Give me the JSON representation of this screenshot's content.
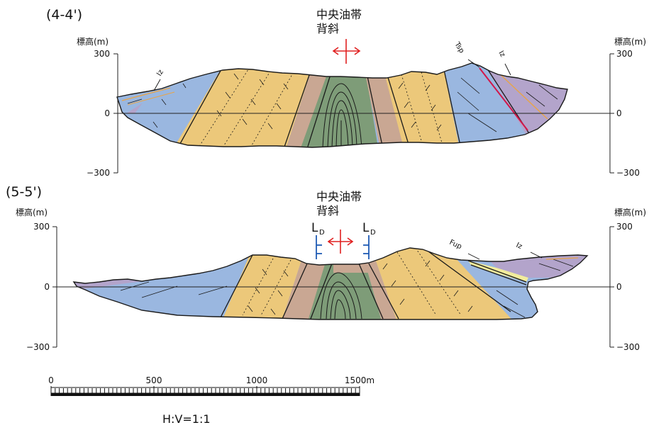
{
  "sections": [
    {
      "label": "(4-4')",
      "anticline": {
        "line1": "中央油帯",
        "line2": "背斜"
      },
      "axis_title": "標高(m)",
      "ticks": [
        "300",
        "0",
        "−300"
      ],
      "annotations": {
        "iz_left": "Iz",
        "tsp": "Tsp",
        "iz_right": "Iz"
      }
    },
    {
      "label": "(5-5')",
      "anticline": {
        "line1": "中央油帯",
        "line2": "背斜"
      },
      "axis_title": "標高(m)",
      "ticks": [
        "300",
        "0",
        "−300"
      ],
      "annotations": {
        "ld_left": "L",
        "ld_right": "L",
        "ld_sub": "D",
        "fup": "Fup",
        "iz": "Iz"
      }
    }
  ],
  "scale_bar": {
    "labels": [
      "0",
      "500",
      "1000",
      "1500m"
    ]
  },
  "ratio": "H:V=1:1",
  "colors": {
    "purple": "#b3a4cb",
    "blue": "#9ab7e0",
    "yellow": "#ecc87a",
    "pink": "#c9a793",
    "green": "#7e9c78",
    "fault_red": "#d2174a",
    "orange_line": "#e8a448",
    "pale_yellow": "#f2ec9c",
    "arrow_red": "#e02020",
    "ld_blue": "#1f5bb5"
  }
}
